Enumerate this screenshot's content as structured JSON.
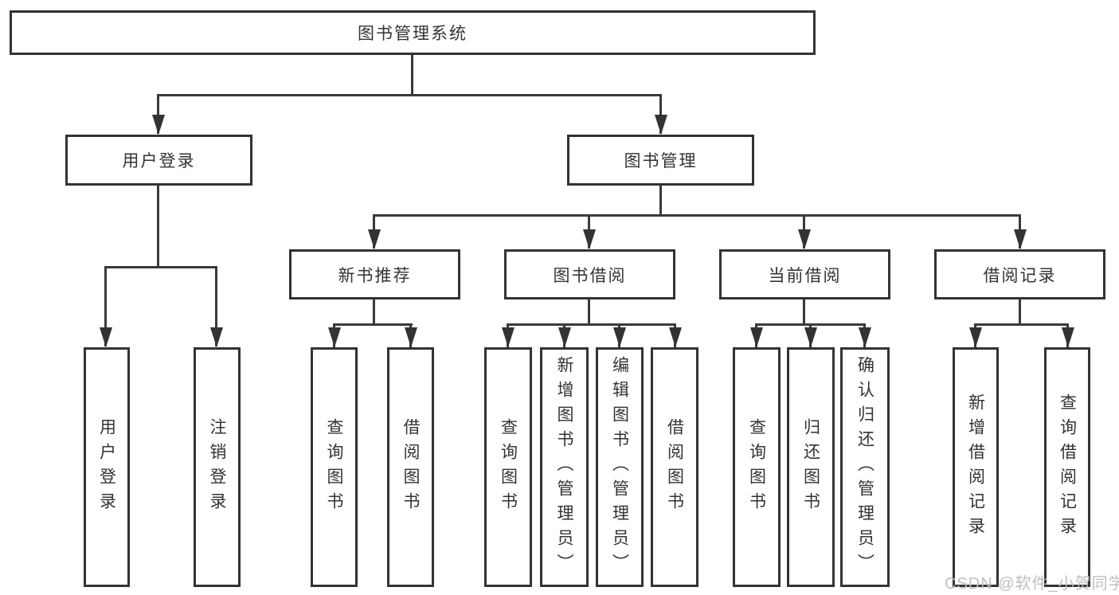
{
  "diagram": {
    "root": "图书管理系统",
    "level2": {
      "user_login": "用户登录",
      "book_mgmt": "图书管理"
    },
    "level3": {
      "new_book_rec": "新书推荐",
      "book_borrow": "图书借阅",
      "current_borrow": "当前借阅",
      "borrow_record": "借阅记录"
    },
    "leaves": {
      "user_login": "用户登录",
      "logout": "注销登录",
      "rec_query_books": "查询图书",
      "rec_borrow_books": "借阅图书",
      "borrow_query_books": "查询图书",
      "borrow_add_book_admin": "新增图书（管理员）",
      "borrow_edit_book_admin": "编辑图书（管理员）",
      "borrow_borrow_books": "借阅图书",
      "current_query_books": "查询图书",
      "current_return_book": "归还图书",
      "current_confirm_return_admin": "确认归还（管理员）",
      "record_add_borrow_record": "新增借阅记录",
      "record_query_borrow_record": "查询借阅记录"
    }
  },
  "watermark": "CSDN @软件_小贺同学",
  "colors": {
    "line": "#3a3a3a",
    "border": "#333333",
    "text": "#333333",
    "watermark": "#babcc0",
    "background": "#ffffff"
  }
}
